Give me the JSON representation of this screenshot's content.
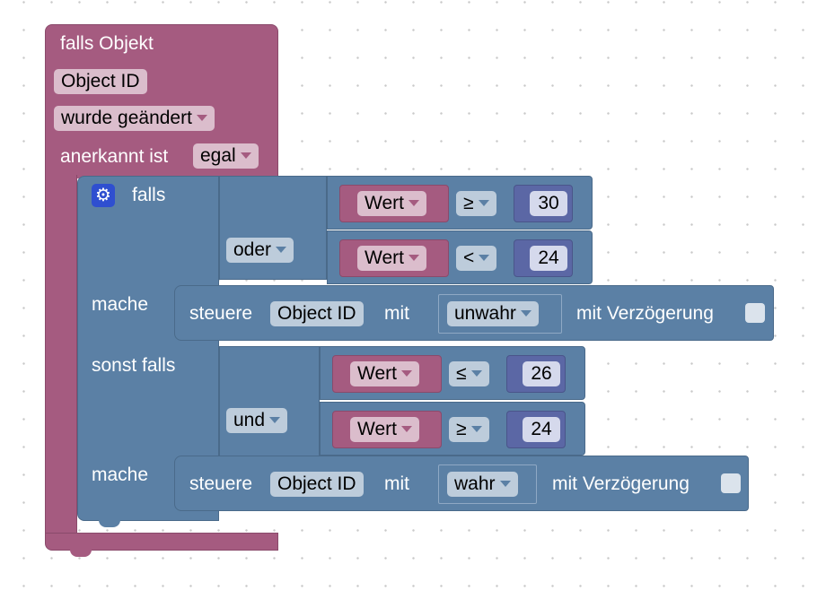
{
  "trigger": {
    "title": "falls Objekt",
    "object_id": "Object ID",
    "mode": "wurde geändert",
    "ack_label": "anerkannt ist",
    "ack_value": "egal"
  },
  "if_block": {
    "if_label": "falls",
    "do_label": "mache",
    "elseif_label": "sonst falls",
    "do2_label": "mache"
  },
  "condition1": {
    "operator": "oder",
    "c1": {
      "left": "Wert",
      "op": "≥",
      "right": "30"
    },
    "c2": {
      "left": "Wert",
      "op": "<",
      "right": "24"
    }
  },
  "action1": {
    "label": "steuere",
    "object_id": "Object ID",
    "with_label": "mit",
    "value": "unwahr",
    "delay_label": "mit Verzögerung"
  },
  "condition2": {
    "operator": "und",
    "c1": {
      "left": "Wert",
      "op": "≤",
      "right": "26"
    },
    "c2": {
      "left": "Wert",
      "op": "≥",
      "right": "24"
    }
  },
  "action2": {
    "label": "steuere",
    "object_id": "Object ID",
    "with_label": "mit",
    "value": "wahr",
    "delay_label": "mit Verzögerung"
  },
  "colors": {
    "trigger": "#a55b80",
    "logic": "#5b80a5",
    "value": "#a55b80",
    "number": "#5b67a5",
    "gear": "#2f4fd0"
  }
}
